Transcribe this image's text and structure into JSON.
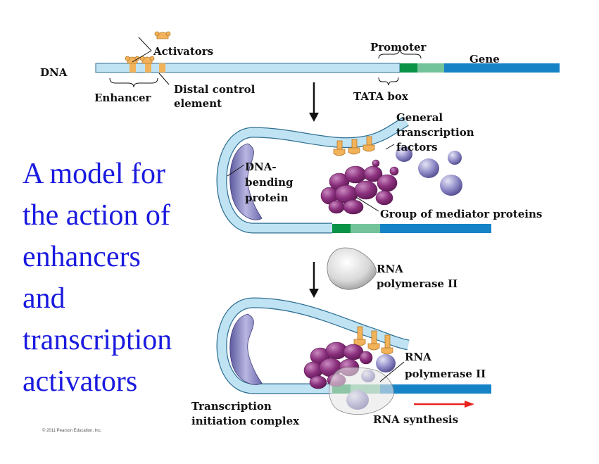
{
  "title_lines": [
    "A model for",
    "the action of",
    "enhancers",
    "and",
    "transcription",
    "activators"
  ],
  "labels": {
    "dna": "DNA",
    "activators": "Activators",
    "enhancer": "Enhancer",
    "distal_control_1": "Distal control",
    "distal_control_2": "element",
    "promoter": "Promoter",
    "gene": "Gene",
    "tata_box": "TATA box",
    "gtf_1": "General",
    "gtf_2": "transcription",
    "gtf_3": "factors",
    "dna_bending_1": "DNA-",
    "dna_bending_2": "bending",
    "dna_bending_3": "protein",
    "mediator": "Group of mediator proteins",
    "rna_pol_1": "RNA",
    "rna_pol_2": "polymerase II",
    "rna_pol_b1": "RNA",
    "rna_pol_b2": "polymerase II",
    "tic_1": "Transcription",
    "tic_2": "initiation complex",
    "rna_synthesis": "RNA synthesis"
  },
  "copyright": "© 2011 Pearson Education, Inc.",
  "colors": {
    "title": "#1a1adf",
    "dna": "#bfe3f3",
    "dna_outline": "#2f6f92",
    "gene": "#1583c6",
    "tata_box": "#089346",
    "promoter": "#72c39a",
    "activator": "#f2b25a",
    "mediator": "#8b2f7d",
    "gtf": "#8a86c4",
    "rna_pol": "#d8d8d8",
    "arrow_red": "#e8221e"
  }
}
